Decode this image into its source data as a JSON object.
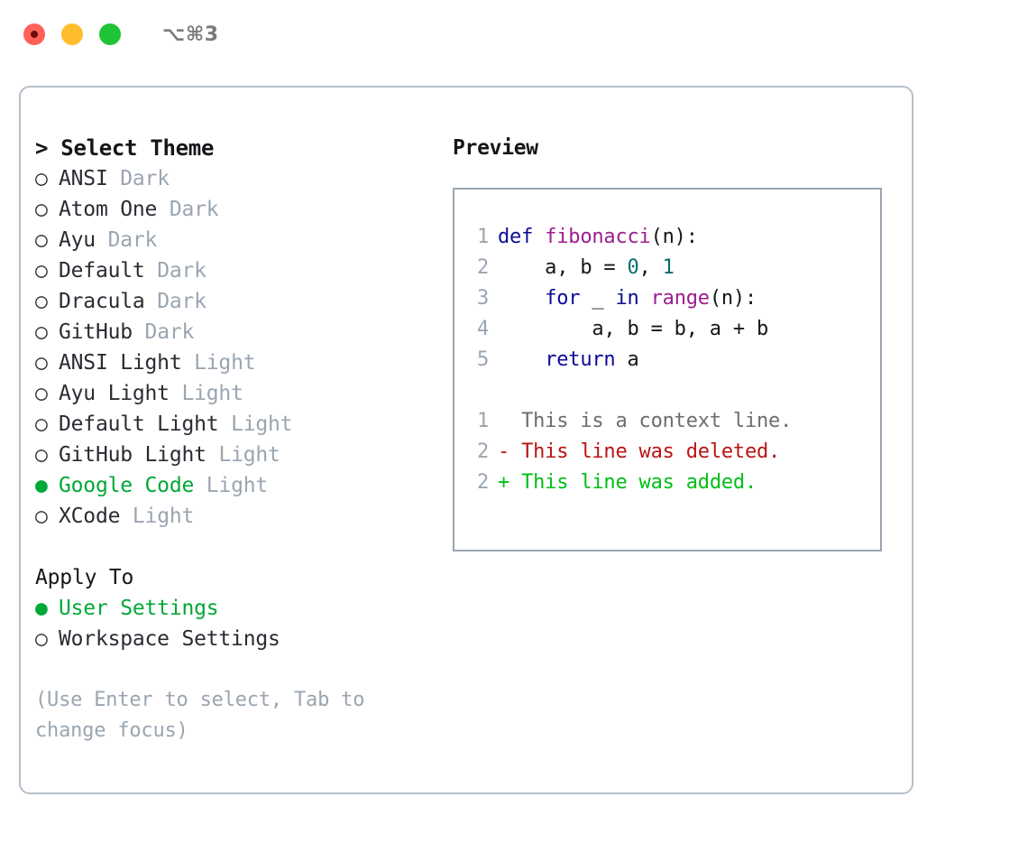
{
  "titlebar": {
    "shortcut": "⌥⌘3",
    "lights": [
      "close-red",
      "minimize-yellow",
      "maximize-green"
    ]
  },
  "left": {
    "title": "> Select Theme",
    "themes": [
      {
        "bullet": "○",
        "name": "ANSI",
        "kind": "Dark",
        "selected": false
      },
      {
        "bullet": "○",
        "name": "Atom One",
        "kind": "Dark",
        "selected": false
      },
      {
        "bullet": "○",
        "name": "Ayu",
        "kind": "Dark",
        "selected": false
      },
      {
        "bullet": "○",
        "name": "Default",
        "kind": "Dark",
        "selected": false
      },
      {
        "bullet": "○",
        "name": "Dracula",
        "kind": "Dark",
        "selected": false
      },
      {
        "bullet": "○",
        "name": "GitHub",
        "kind": "Dark",
        "selected": false
      },
      {
        "bullet": "○",
        "name": "ANSI Light",
        "kind": "Light",
        "selected": false
      },
      {
        "bullet": "○",
        "name": "Ayu Light",
        "kind": "Light",
        "selected": false
      },
      {
        "bullet": "○",
        "name": "Default Light",
        "kind": "Light",
        "selected": false
      },
      {
        "bullet": "○",
        "name": "GitHub Light",
        "kind": "Light",
        "selected": false
      },
      {
        "bullet": "●",
        "name": "Google Code",
        "kind": "Light",
        "selected": true
      },
      {
        "bullet": "○",
        "name": "XCode",
        "kind": "Light",
        "selected": false
      }
    ],
    "apply_to": {
      "heading": "Apply To",
      "options": [
        {
          "bullet": "●",
          "name": "User Settings",
          "selected": true
        },
        {
          "bullet": "○",
          "name": "Workspace Settings",
          "selected": false
        }
      ]
    },
    "hint": "(Use Enter to select, Tab to change focus)"
  },
  "right": {
    "label": "Preview",
    "code_lines": [
      {
        "num": "1",
        "tokens": [
          {
            "t": "def",
            "c": "kw"
          },
          {
            "t": " ",
            "c": "txt"
          },
          {
            "t": "fibonacci",
            "c": "fn"
          },
          {
            "t": "(n):",
            "c": "txt"
          }
        ]
      },
      {
        "num": "2",
        "tokens": [
          {
            "t": "    a, b = ",
            "c": "txt"
          },
          {
            "t": "0",
            "c": "num"
          },
          {
            "t": ", ",
            "c": "txt"
          },
          {
            "t": "1",
            "c": "num"
          }
        ]
      },
      {
        "num": "3",
        "tokens": [
          {
            "t": "    ",
            "c": "txt"
          },
          {
            "t": "for",
            "c": "kw"
          },
          {
            "t": " _ ",
            "c": "txt"
          },
          {
            "t": "in",
            "c": "kw"
          },
          {
            "t": " ",
            "c": "txt"
          },
          {
            "t": "range",
            "c": "fn"
          },
          {
            "t": "(n):",
            "c": "txt"
          }
        ]
      },
      {
        "num": "4",
        "tokens": [
          {
            "t": "        a, b = b, a + b",
            "c": "txt"
          }
        ]
      },
      {
        "num": "5",
        "tokens": [
          {
            "t": "    ",
            "c": "txt"
          },
          {
            "t": "return",
            "c": "kw"
          },
          {
            "t": " a",
            "c": "txt"
          }
        ]
      }
    ],
    "diff_lines": [
      {
        "num": "1",
        "marker": "  ",
        "text": "This is a context line.",
        "c": "ctx"
      },
      {
        "num": "2",
        "marker": "- ",
        "text": "This line was deleted.",
        "c": "del"
      },
      {
        "num": "2",
        "marker": "+ ",
        "text": "This line was added.",
        "c": "add"
      }
    ]
  },
  "colors": {
    "accent_green": "#00a838",
    "muted": "#9aa5b1",
    "text": "#2b2b33",
    "border": "#b5bfcb",
    "panel_border": "#9aa5b1",
    "diff_added": "#00bf16",
    "diff_deleted": "#b81414",
    "code_keyword": "#0b0b96",
    "code_function": "#9c1d8e",
    "code_number": "#00706e"
  }
}
